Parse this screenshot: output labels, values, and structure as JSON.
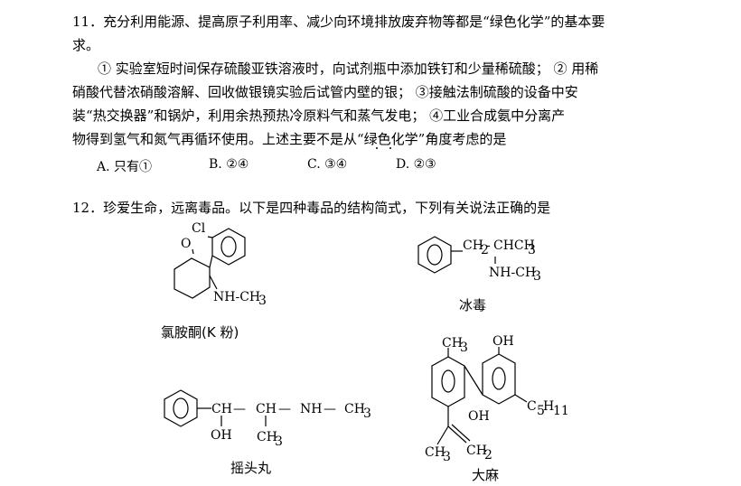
{
  "q11": {
    "line1": "11．充分利用能源、提高原子利用率、减少向环境排放废弃物等都是“绿色化学”的基本要",
    "line2": "求。",
    "line3": "① 实验室短时间保存硫酸亚铁溶液时，向试剂瓶中添加铁钉和少量稀硫酸； ② 用稀",
    "line4": "硝酸代替浓硝酸溶解、回收做银镜实验后试管内壁的银； ③接触法制硫酸的设备中安",
    "line5": "装“热交换器”和锅炉，利用余热预热冷原料气和蒸气发电； ④工业合成氨中分离产",
    "line6": "物得到氢气和氮气再循环使用。上述主要不是从“绿色化学”角度考虑的是",
    "options": [
      "A. 只有①",
      "B. ②④",
      "C. ③④",
      "D. ②③"
    ]
  },
  "q12": {
    "line1": "12．珍爱生命，远离毒品。以下是四种毒品的结构简式，下列有关说法正确的是",
    "ketamine": {
      "name": "氯胺酮(K 粉)",
      "cl": "Cl",
      "o": "O",
      "amine": "NH-CH",
      "sub3": "3"
    },
    "meth": {
      "name": "冰毒",
      "ch2": "CH",
      "sub2": "2",
      "dash": "-",
      "chch": "CHCH",
      "sub3": "3",
      "nh": "NH-CH",
      "nhsub": "3"
    },
    "ecstasy": {
      "name": "摇头丸",
      "ch1": "CH",
      "dash1": "—",
      "ch2": "CH",
      "dash2": "—",
      "nh": "NH",
      "dash3": "—",
      "ch3": "CH",
      "sub3": "3",
      "oh": "OH",
      "ch3b": "CH",
      "sub3b": "3"
    },
    "cannabis": {
      "name": "大麻",
      "ch3top": "CH",
      "sub3top": "3",
      "ohtop": "OH",
      "ohmid": "OH",
      "c5": "C",
      "sub5": "5",
      "h11": "H",
      "sub11": "11",
      "ch3bot": "CH",
      "sub3bot": "3",
      "ch2bot": "CH",
      "sub2bot": "2"
    }
  }
}
